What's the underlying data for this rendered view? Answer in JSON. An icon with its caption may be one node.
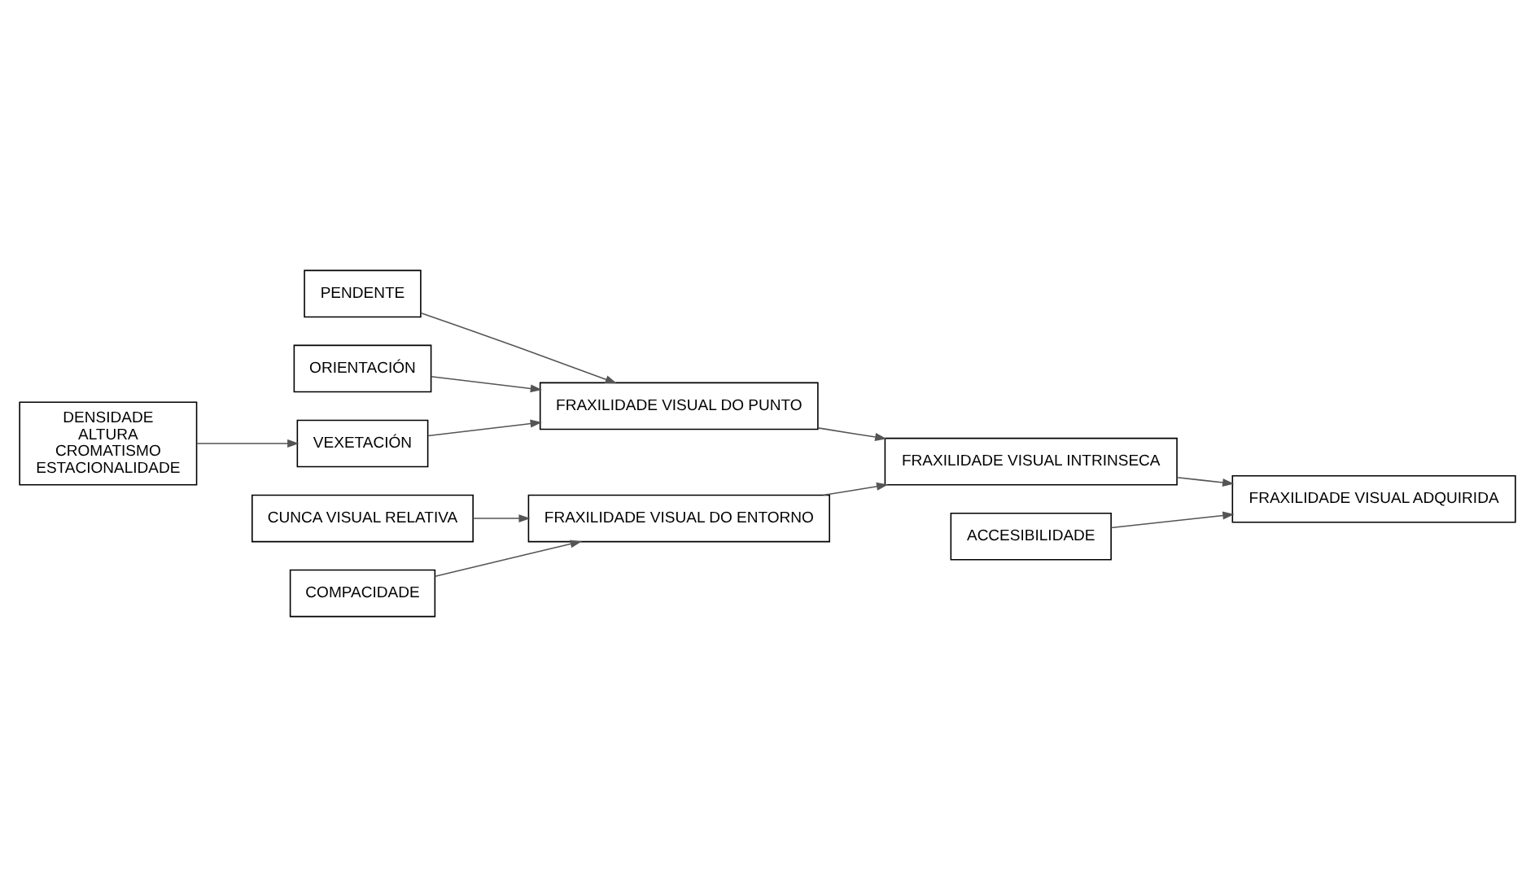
{
  "diagram": {
    "nodes": [
      {
        "text": [
          "PENDENTE"
        ]
      },
      {
        "text": [
          "ORIENTACIÓN"
        ]
      },
      {
        "text": [
          "DENSIDADE",
          "ALTURA",
          "CROMATISMO",
          "ESTACIONALIDADE"
        ]
      },
      {
        "text": [
          "VEXETACIÓN"
        ]
      },
      {
        "text": [
          "FRAXILIDADE VISUAL DO PUNTO"
        ]
      },
      {
        "text": [
          "FRAXILIDADE VISUAL INTRINSECA"
        ]
      },
      {
        "text": [
          "CUNCA VISUAL RELATIVA"
        ]
      },
      {
        "text": [
          "COMPACIDADE"
        ]
      },
      {
        "text": [
          "FRAXILIDADE VISUAL DO ENTORNO"
        ]
      },
      {
        "text": [
          "ACCESIBILIDADE"
        ]
      },
      {
        "text": [
          "FRAXILIDADE VISUAL ADQUIRIDA"
        ]
      }
    ],
    "edges": [
      {
        "from": 0,
        "to": 4,
        "arrow": "to"
      },
      {
        "from": 1,
        "to": 4,
        "arrow": "to"
      },
      {
        "from": 2,
        "to": 3,
        "arrow": "to"
      },
      {
        "from": 3,
        "to": 4,
        "arrow": "to"
      },
      {
        "from": 4,
        "to": 5,
        "arrow": "to"
      },
      {
        "from": 8,
        "to": 5,
        "arrow": "to"
      },
      {
        "from": 6,
        "to": 8,
        "arrow": "to"
      },
      {
        "from": 7,
        "to": 8,
        "arrow": "to"
      },
      {
        "from": 5,
        "to": 10,
        "arrow": "to"
      },
      {
        "from": 9,
        "to": 10,
        "arrow": "to"
      }
    ]
  }
}
